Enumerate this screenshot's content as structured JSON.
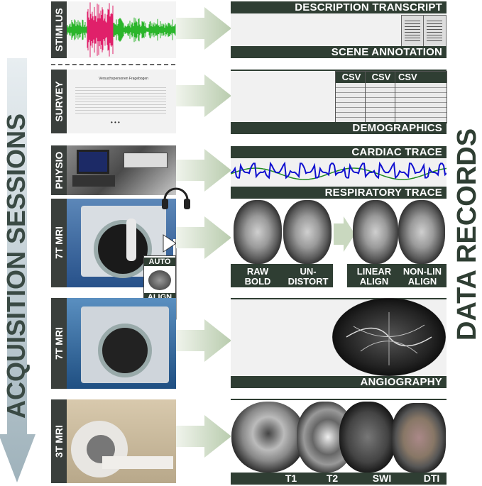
{
  "left_title": "ACQUISITION SESSIONS",
  "right_title": "DATA RECORDS",
  "sessions": {
    "stimulus": "STIMLUS",
    "survey": "SURVEY",
    "physio": "PHYSIO",
    "mri7a": "7T MRI",
    "mri7b": "7T MRI",
    "mri3": "3T MRI"
  },
  "survey_doc": {
    "title": "Versuchspersonen Fragebogen",
    "dots": "• • •"
  },
  "auto_align": {
    "top": "AUTO",
    "bottom": "ALIGN"
  },
  "records": {
    "description_transcript": "DESCRIPTION TRANSCRIPT",
    "scene_annotation": "SCENE ANNOTATION",
    "demographics": "DEMOGRAPHICS",
    "cardiac_trace": "CARDIAC TRACE",
    "respiratory_trace": "RESPIRATORY TRACE",
    "angiography": "ANGIOGRAPHY"
  },
  "csv_labels": [
    "CSV",
    "CSV",
    "CSV"
  ],
  "bold_labels": {
    "raw": "RAW\nBOLD",
    "undistort": "UN-\nDISTORT",
    "linear": "LINEAR\nALIGN",
    "nonlin": "NON-LIN\nALIGN"
  },
  "struct_labels": [
    "T1",
    "T2",
    "SWI",
    "DTI"
  ],
  "colors": {
    "dark_green": "#2f3e33",
    "arrow_green": "#c9d8bf",
    "waveform_green": "#2bb52b",
    "waveform_pink": "#e0206a",
    "trace_blue": "#1010d0",
    "trace_green": "#228b22",
    "big_arrow": "#a8b8c0"
  }
}
